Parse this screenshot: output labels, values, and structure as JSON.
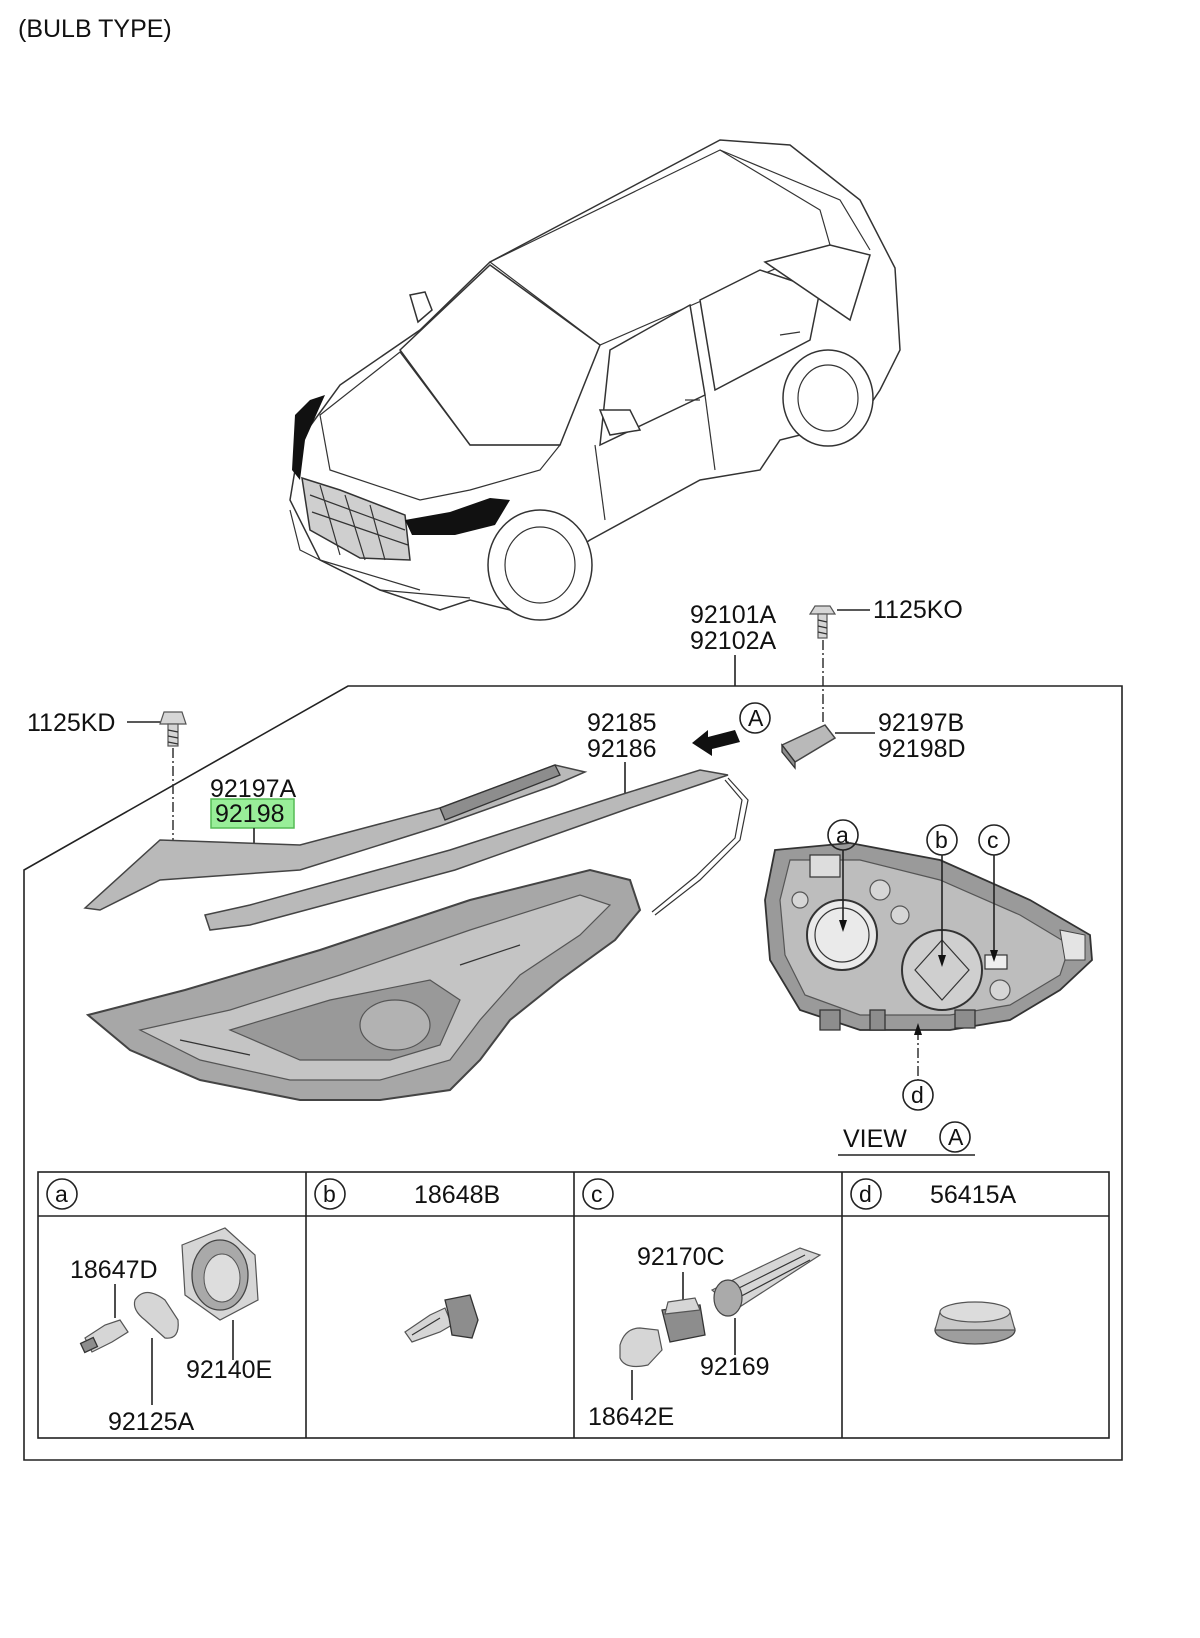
{
  "header": {
    "title": "(BULB TYPE)"
  },
  "labels": {
    "p1125KO": "1125KO",
    "p92101A": "92101A",
    "p92102A": "92102A",
    "p1125KD": "1125KD",
    "p92185": "92185",
    "p92186": "92186",
    "p92197B": "92197B",
    "p92198D": "92198D",
    "p92197A": "92197A",
    "p92198": "92198",
    "view": "VIEW",
    "viewMark": "A",
    "arrowMark": "A"
  },
  "callouts": {
    "a": "a",
    "b": "b",
    "c": "c",
    "d": "d"
  },
  "table": {
    "cells": [
      {
        "letter": "a",
        "part": ""
      },
      {
        "letter": "b",
        "part": "18648B"
      },
      {
        "letter": "c",
        "part": ""
      },
      {
        "letter": "d",
        "part": "56415A"
      }
    ],
    "a_parts": {
      "p1": "18647D",
      "p2": "92140E",
      "p3": "92125A"
    },
    "c_parts": {
      "p1": "92170C",
      "p2": "92169",
      "p3": "18642E"
    }
  },
  "colors": {
    "highlight": "#99ee99",
    "highlight_border": "#55bb55"
  }
}
